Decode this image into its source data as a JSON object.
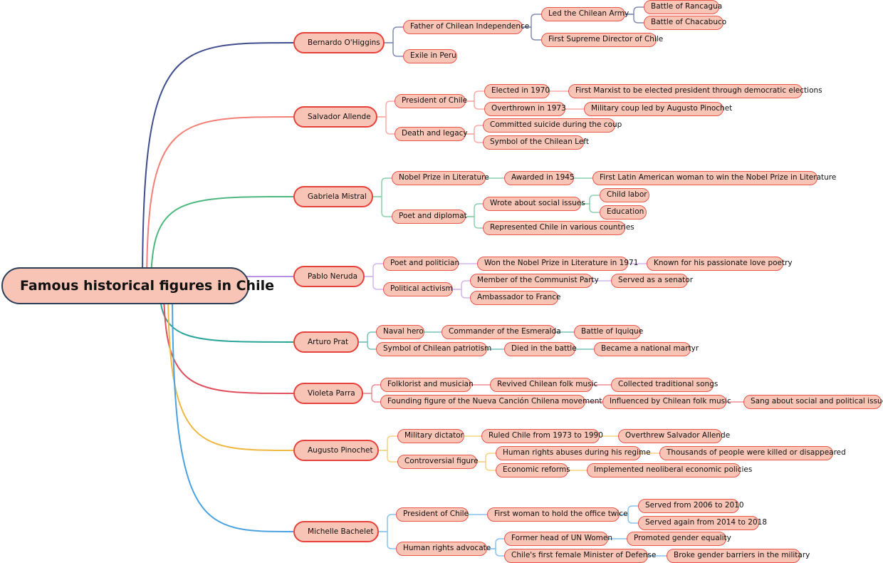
{
  "root": {
    "label": "Famous historical figures in Chile",
    "children": [
      {
        "label": "Bernardo O'Higgins",
        "color": "#3f4d8f",
        "children": [
          {
            "label": "Father of Chilean Independence",
            "children": [
              {
                "label": "Led the Chilean Army",
                "children": [
                  {
                    "label": "Battle of Rancagua"
                  },
                  {
                    "label": "Battle of Chacabuco"
                  }
                ]
              },
              {
                "label": "First Supreme Director of Chile"
              }
            ]
          },
          {
            "label": "Exile in Peru"
          }
        ]
      },
      {
        "label": "Salvador Allende",
        "color": "#f28077",
        "children": [
          {
            "label": "President of Chile",
            "children": [
              {
                "label": "Elected in 1970",
                "children": [
                  {
                    "label": "First Marxist to be elected president through democratic elections"
                  }
                ]
              },
              {
                "label": "Overthrown in 1973",
                "children": [
                  {
                    "label": "Military coup led by Augusto Pinochet"
                  }
                ]
              }
            ]
          },
          {
            "label": "Death and legacy",
            "children": [
              {
                "label": "Committed suicide during the coup"
              },
              {
                "label": "Symbol of the Chilean Left"
              }
            ]
          }
        ]
      },
      {
        "label": "Gabriela Mistral",
        "color": "#4cb87f",
        "children": [
          {
            "label": "Nobel Prize in Literature",
            "children": [
              {
                "label": "Awarded in 1945",
                "children": [
                  {
                    "label": "First Latin American woman to win the Nobel Prize in Literature"
                  }
                ]
              }
            ]
          },
          {
            "label": "Poet and diplomat",
            "children": [
              {
                "label": "Wrote about social issues",
                "children": [
                  {
                    "label": "Child labor"
                  },
                  {
                    "label": "Education"
                  }
                ]
              },
              {
                "label": "Represented Chile in various countries"
              }
            ]
          }
        ]
      },
      {
        "label": "Pablo Neruda",
        "color": "#b88ee0",
        "children": [
          {
            "label": "Poet and politician",
            "children": [
              {
                "label": "Won the Nobel Prize in Literature in 1971",
                "children": [
                  {
                    "label": "Known for his passionate love poetry"
                  }
                ]
              }
            ]
          },
          {
            "label": "Political activism",
            "children": [
              {
                "label": "Member of the Communist Party",
                "children": [
                  {
                    "label": "Served as a senator"
                  }
                ]
              },
              {
                "label": "Ambassador to France"
              }
            ]
          }
        ]
      },
      {
        "label": "Arturo Prat",
        "color": "#2aa59a",
        "children": [
          {
            "label": "Naval hero",
            "children": [
              {
                "label": "Commander of the Esmeralda",
                "children": [
                  {
                    "label": "Battle of Iquique"
                  }
                ]
              }
            ]
          },
          {
            "label": "Symbol of Chilean patriotism",
            "children": [
              {
                "label": "Died in the battle",
                "children": [
                  {
                    "label": "Became a national martyr"
                  }
                ]
              }
            ]
          }
        ]
      },
      {
        "label": "Violeta Parra",
        "color": "#e0505e",
        "children": [
          {
            "label": "Folklorist and musician",
            "children": [
              {
                "label": "Revived Chilean folk music",
                "children": [
                  {
                    "label": "Collected traditional songs"
                  }
                ]
              }
            ]
          },
          {
            "label": "Founding figure of the Nueva Canción Chilena movement",
            "children": [
              {
                "label": "Influenced by Chilean folk music",
                "children": [
                  {
                    "label": "Sang about social and political issues"
                  }
                ]
              }
            ]
          }
        ]
      },
      {
        "label": "Augusto Pinochet",
        "color": "#f0b840",
        "children": [
          {
            "label": "Military dictator",
            "children": [
              {
                "label": "Ruled Chile from 1973 to 1990",
                "children": [
                  {
                    "label": "Overthrew Salvador Allende"
                  }
                ]
              }
            ]
          },
          {
            "label": "Controversial figure",
            "children": [
              {
                "label": "Human rights abuses during his regime",
                "children": [
                  {
                    "label": "Thousands of people were killed or disappeared"
                  }
                ]
              },
              {
                "label": "Economic reforms",
                "children": [
                  {
                    "label": "Implemented neoliberal economic policies"
                  }
                ]
              }
            ]
          }
        ]
      },
      {
        "label": "Michelle Bachelet",
        "color": "#4aa3e0",
        "children": [
          {
            "label": "President of Chile",
            "children": [
              {
                "label": "First woman to hold the office twice",
                "children": [
                  {
                    "label": "Served from 2006 to 2010"
                  },
                  {
                    "label": "Served again from 2014 to 2018"
                  }
                ]
              }
            ]
          },
          {
            "label": "Human rights advocate",
            "children": [
              {
                "label": "Former head of UN Women",
                "children": [
                  {
                    "label": "Promoted gender equality"
                  }
                ]
              },
              {
                "label": "Chile's first female Minister of Defense",
                "children": [
                  {
                    "label": "Broke gender barriers in the military"
                  }
                ]
              }
            ]
          }
        ]
      }
    ]
  }
}
